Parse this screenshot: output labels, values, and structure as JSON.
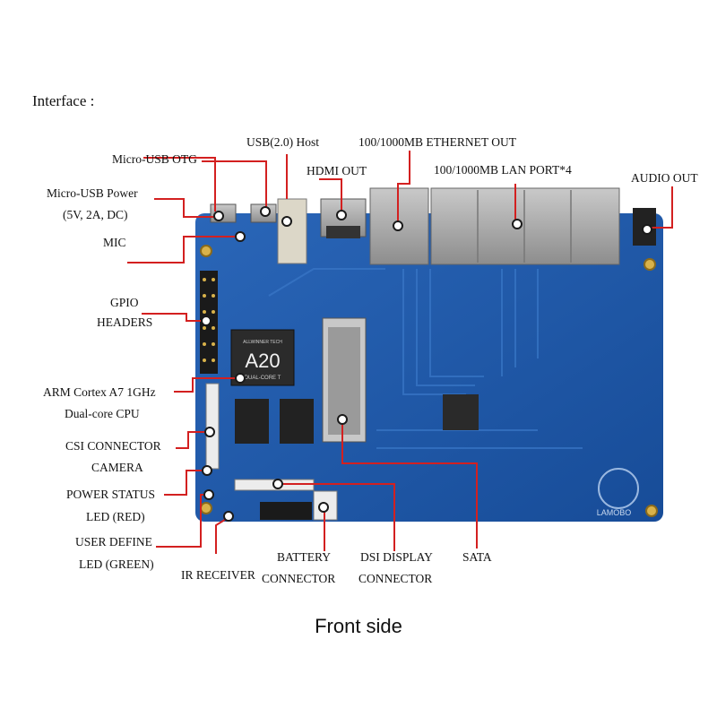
{
  "heading": "Interface :",
  "caption": "Front side",
  "board": {
    "chip_text": "A20",
    "chip_brand": "ALLWINNER TECH",
    "chip_sub": "DUAL-CORE T",
    "board_brand": "LAMOBO"
  },
  "labels": {
    "micro_usb_otg": "Micro-USB OTG",
    "usb_host": "USB(2.0) Host",
    "ethernet": "100/1000MB ETHERNET OUT",
    "hdmi": "HDMI OUT",
    "lan": "100/1000MB LAN PORT*4",
    "audio": "AUDIO OUT",
    "usb_power_1": "Micro-USB Power",
    "usb_power_2": "(5V, 2A, DC)",
    "mic": "MIC",
    "gpio_1": "GPIO",
    "gpio_2": "HEADERS",
    "cpu_1": "ARM Cortex A7 1GHz",
    "cpu_2": "Dual-core CPU",
    "csi_1": "CSI CONNECTOR",
    "csi_2": "CAMERA",
    "power_1": "POWER STATUS",
    "power_2": "LED (RED)",
    "user_1": "USER DEFINE",
    "user_2": "LED (GREEN)",
    "ir": "IR RECEIVER",
    "battery_1": "BATTERY",
    "battery_2": "CONNECTOR",
    "dsi_1": "DSI DISPLAY",
    "dsi_2": "CONNECTOR",
    "sata": "SATA"
  },
  "colors": {
    "board": "#1f57a8",
    "callout_line": "#d32020",
    "marker": "#ffffff"
  }
}
